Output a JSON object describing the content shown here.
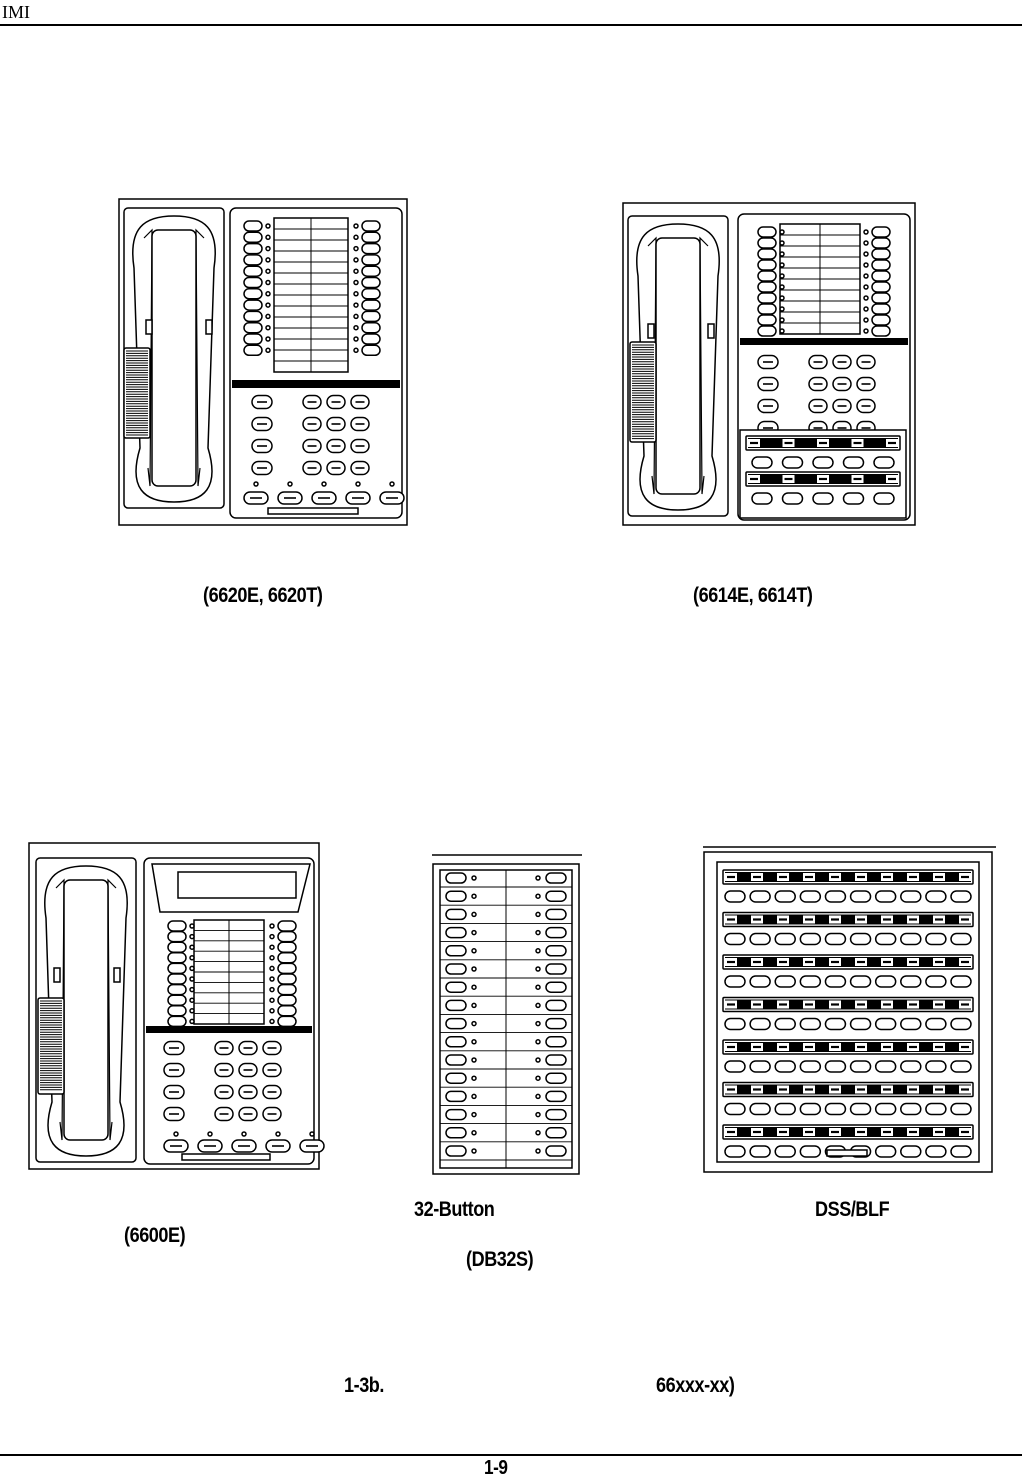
{
  "header": {
    "logo_text": "IMI"
  },
  "captions": {
    "phone_6620": "(6620E, 6620T)",
    "phone_6614": "(6614E, 6614T)",
    "phone_6600": "(6600E)",
    "db32_name": "32-Button",
    "db32_model": "(DB32S)",
    "dss_name": "DSS/BLF"
  },
  "figure_ref": {
    "number": "1-3b.",
    "code": "66xxx-xx)"
  },
  "footer": {
    "page_number": "1-9"
  }
}
